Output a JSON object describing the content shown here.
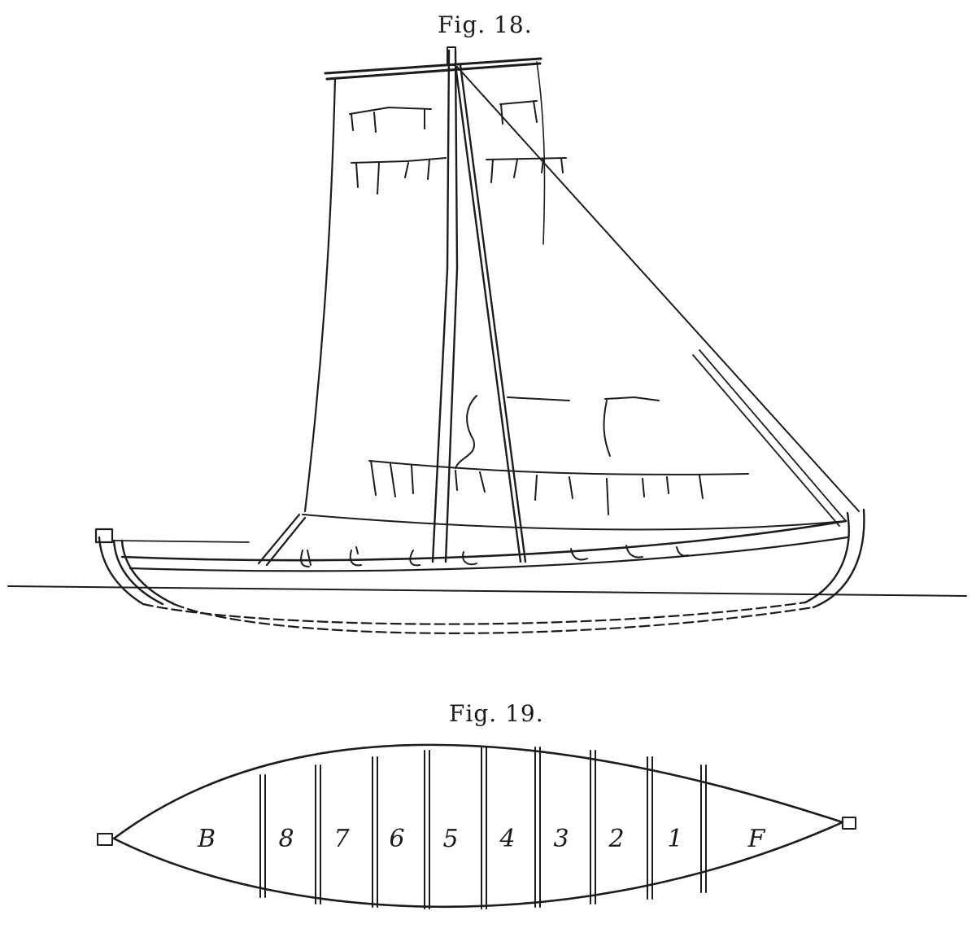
{
  "figures": [
    {
      "caption": "Fig. 18."
    },
    {
      "caption": "Fig. 19."
    }
  ],
  "plan": {
    "compartments": [
      "B",
      "8",
      "7",
      "6",
      "5",
      "4",
      "3",
      "2",
      "1",
      "F"
    ]
  }
}
